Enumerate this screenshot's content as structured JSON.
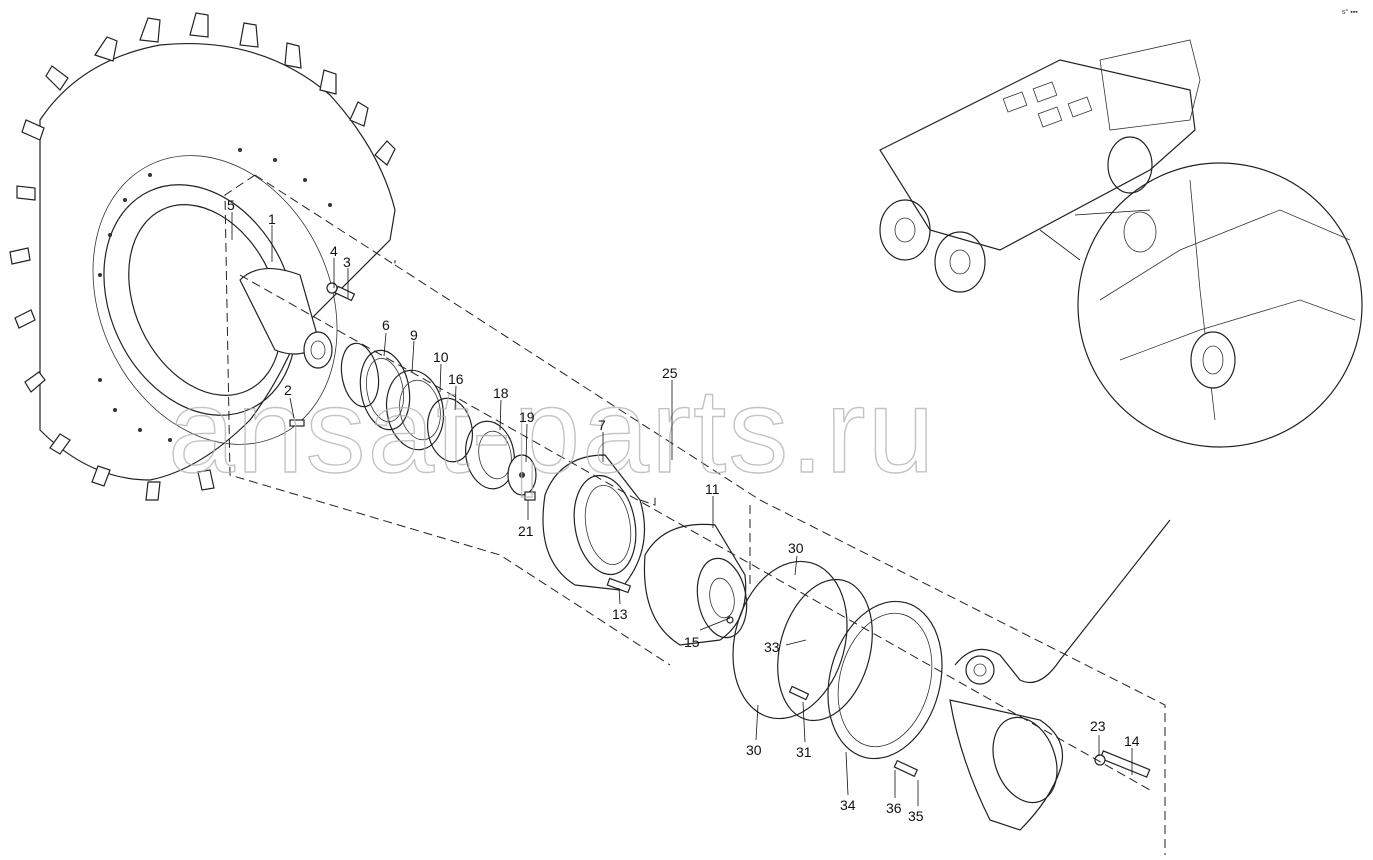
{
  "corner_mark": "s° ▪▪▪",
  "watermark": "ansat-parts.ru",
  "callouts": [
    "1",
    "2",
    "3",
    "4",
    "5",
    "6",
    "9",
    "10",
    "16",
    "18",
    "19",
    "21",
    "7",
    "25",
    "11",
    "13",
    "15",
    "30",
    "33",
    "30",
    "31",
    "34",
    "36",
    "35",
    "23",
    "14"
  ]
}
